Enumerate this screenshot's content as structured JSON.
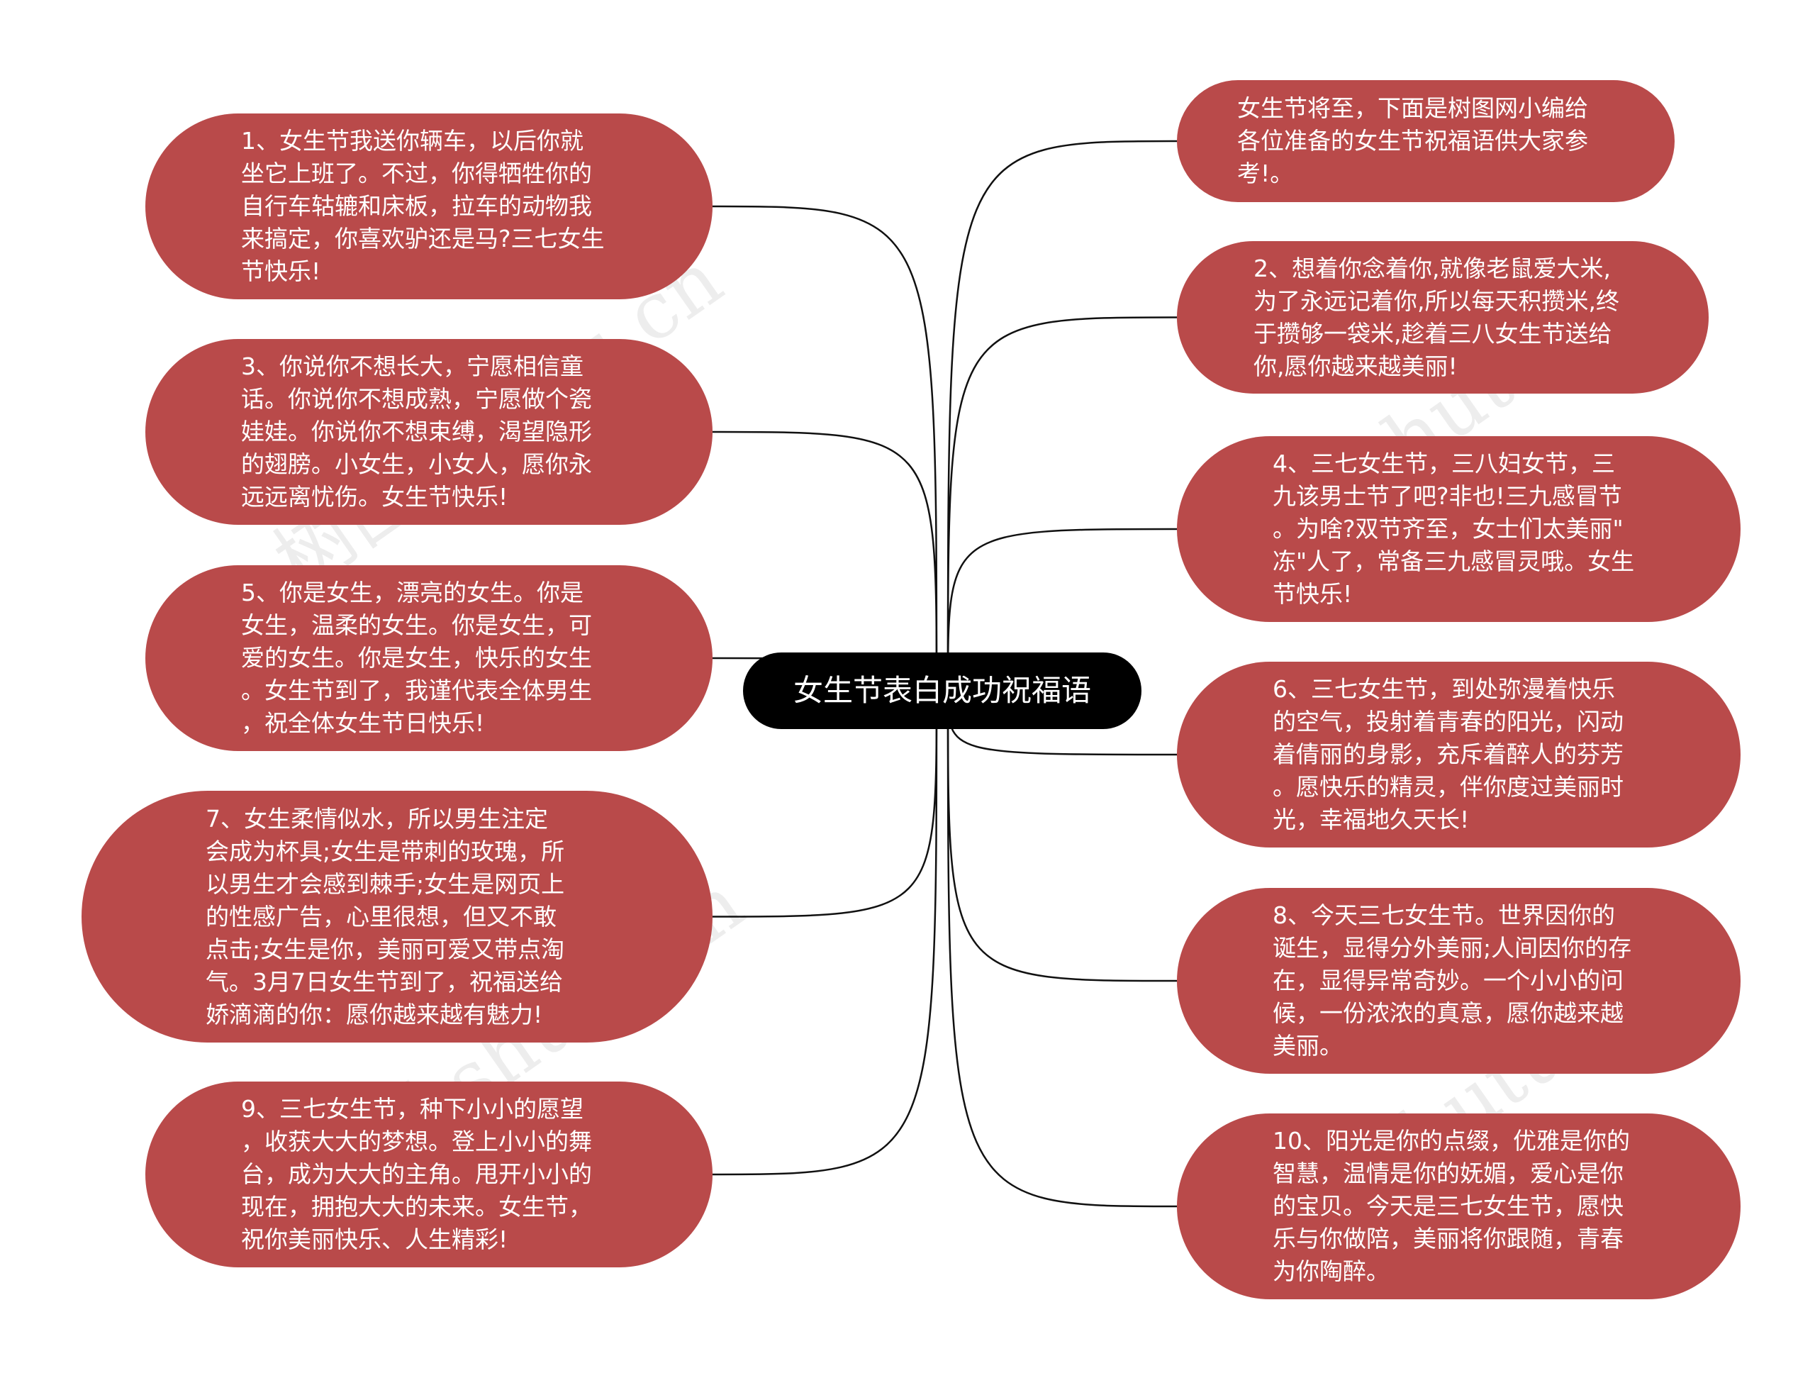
{
  "colors": {
    "node_fill": "#b94a4a",
    "node_text": "#ffffff",
    "center_fill": "#000000",
    "center_text": "#ffffff",
    "connector": "#111111"
  },
  "center": {
    "label": "女生节表白成功祝福语"
  },
  "left_nodes": [
    {
      "text": "1、女生节我送你辆车，以后你就\n坐它上班了。不过，你得牺牲你的\n自行车轱辘和床板，拉车的动物我\n来搞定，你喜欢驴还是马?三七女生\n节快乐!"
    },
    {
      "text": "3、你说你不想长大，宁愿相信童\n话。你说你不想成熟，宁愿做个瓷\n娃娃。你说你不想束缚，渴望隐形\n的翅膀。小女生，小女人，愿你永\n远远离忧伤。女生节快乐!"
    },
    {
      "text": "5、你是女生，漂亮的女生。你是\n女生，温柔的女生。你是女生，可\n爱的女生。你是女生，快乐的女生\n。女生节到了，我谨代表全体男生\n，祝全体女生节日快乐!"
    },
    {
      "text": "7、女生柔情似水，所以男生注定\n会成为杯具;女生是带刺的玫瑰，所\n以男生才会感到棘手;女生是网页上\n的性感广告，心里很想，但又不敢\n点击;女生是你，美丽可爱又带点淘\n气。3月7日女生节到了，祝福送给\n娇滴滴的你：愿你越来越有魅力!"
    },
    {
      "text": "9、三七女生节，种下小小的愿望\n，收获大大的梦想。登上小小的舞\n台，成为大大的主角。甩开小小的\n现在，拥抱大大的未来。女生节，\n祝你美丽快乐、人生精彩!"
    }
  ],
  "right_nodes": [
    {
      "text": "女生节将至，下面是树图网小编给\n各位准备的女生节祝福语供大家参\n考!。"
    },
    {
      "text": "2、想着你念着你,就像老鼠爱大米,\n为了永远记着你,所以每天积攒米,终\n于攒够一袋米,趁着三八女生节送给\n你,愿你越来越美丽!"
    },
    {
      "text": "4、三七女生节，三八妇女节，三\n九该男士节了吧?非也!三九感冒节\n。为啥?双节齐至，女士们太美丽\"\n冻\"人了，常备三九感冒灵哦。女生\n节快乐!"
    },
    {
      "text": "6、三七女生节，到处弥漫着快乐\n的空气，投射着青春的阳光，闪动\n着倩丽的身影，充斥着醉人的芬芳\n。愿快乐的精灵，伴你度过美丽时\n光，幸福地久天长!"
    },
    {
      "text": "8、今天三七女生节。世界因你的\n诞生，显得分外美丽;人间因你的存\n在，显得异常奇妙。一个小小的问\n候，一份浓浓的真意，愿你越来越\n美丽。"
    },
    {
      "text": "10、阳光是你的点缀，优雅是你的\n智慧，温情是你的妩媚，爱心是你\n的宝贝。今天是三七女生节，愿快\n乐与你做陪，美丽将你跟随，青春\n为你陶醉。"
    }
  ],
  "watermarks": [
    "树图 shutu.cn",
    "树图 shutu.cn",
    "树图 shutu.cn",
    "树图 shutu.cn"
  ]
}
